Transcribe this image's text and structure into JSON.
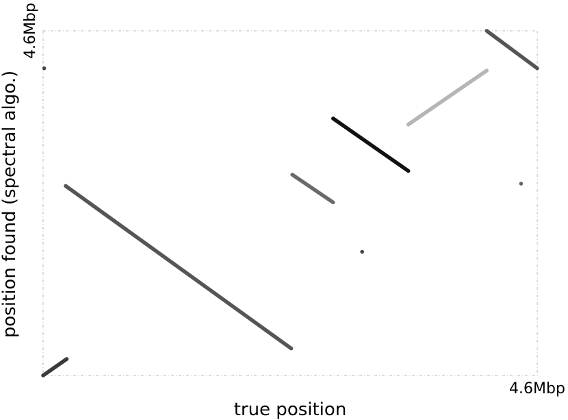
{
  "chart_data": {
    "type": "scatter",
    "xlabel": "true position",
    "ylabel": "position found (spectral algo.)",
    "x_tick_labels": [
      "4.6Mbp"
    ],
    "y_tick_labels": [
      "4.6Mbp"
    ],
    "xlim": [
      0,
      4.6
    ],
    "ylim": [
      0,
      4.6
    ],
    "unit": "Mbp",
    "grid": false,
    "legend": "none",
    "segments": [
      {
        "x": [
          0.0,
          0.22
        ],
        "y": [
          0.0,
          0.22
        ],
        "color": "#3a3a3a"
      },
      {
        "x": [
          0.21,
          2.31
        ],
        "y": [
          2.53,
          0.36
        ],
        "color": "#555555"
      },
      {
        "x": [
          2.32,
          2.7
        ],
        "y": [
          2.68,
          2.31
        ],
        "color": "#6a6a6a"
      },
      {
        "x": [
          2.7,
          3.4
        ],
        "y": [
          3.43,
          2.73
        ],
        "color": "#111111"
      },
      {
        "x": [
          3.4,
          4.13
        ],
        "y": [
          3.35,
          4.07
        ],
        "color": "#b5b5b5"
      },
      {
        "x": [
          4.13,
          4.6
        ],
        "y": [
          4.6,
          4.1
        ],
        "color": "#555555"
      }
    ],
    "points": [
      {
        "x": 0.01,
        "y": 4.1,
        "color": "#444444"
      },
      {
        "x": 2.97,
        "y": 1.65,
        "color": "#444444"
      },
      {
        "x": 4.45,
        "y": 2.56,
        "color": "#666666"
      }
    ]
  }
}
